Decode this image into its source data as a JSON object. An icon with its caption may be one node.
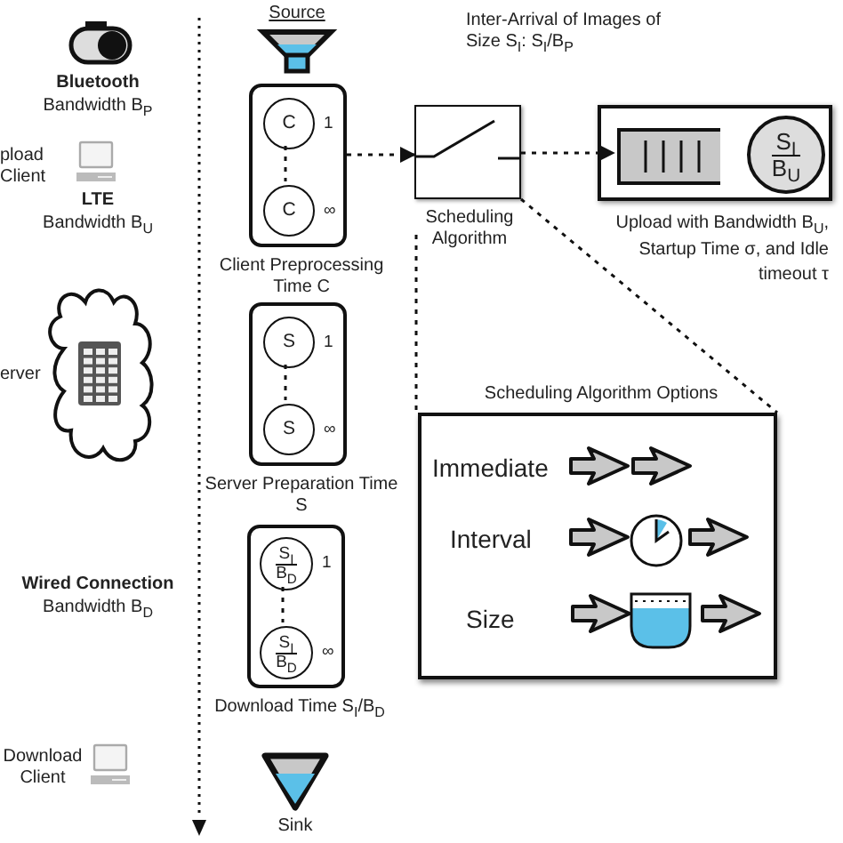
{
  "diagram": {
    "nodes": [
      {
        "text": [
          "Source"
        ]
      },
      {
        "text": [
          "Client Preprocessing Time C"
        ]
      },
      {
        "text": [
          "C"
        ],
        "in": 1,
        "beside": [
          "1"
        ]
      },
      {
        "text": [
          "C"
        ],
        "in": 1,
        "beside": [
          "∞"
        ]
      },
      {
        "text": [
          "Server Preparation Time S"
        ]
      },
      {
        "text": [
          "S"
        ],
        "in": 4,
        "beside": [
          "1"
        ]
      },
      {
        "text": [
          "S"
        ],
        "in": 4,
        "beside": [
          "∞"
        ]
      },
      {
        "text": [
          "Download Time S$_{I}$/B$_{D}$"
        ]
      },
      {
        "text": [
          "S$_{I}$",
          "B$_{D}$"
        ],
        "in": 7,
        "beside": [
          "1"
        ]
      },
      {
        "text": [
          "S$_{I}$",
          "B$_{D}$"
        ],
        "in": 7,
        "beside": [
          "∞"
        ]
      },
      {
        "text": [
          "Sink"
        ]
      },
      {
        "text": [
          "Scheduling Algorithm"
        ]
      },
      {
        "text": [
          "Upload with Bandwidth B$_{U}$, Startup Time σ, and Idle timeout τ"
        ]
      },
      {
        "text": [],
        "shape": "box",
        "in": 12
      },
      {
        "text": [
          "S$_{I}$",
          "B$_{U}$"
        ],
        "in": 12
      },
      {
        "text": [
          "Scheduling Algorithm Options"
        ]
      }
    ],
    "edges": [
      {
        "from": 2,
        "to": 3,
        "arrow": "none",
        "style": "dashed"
      },
      {
        "from": 5,
        "to": 6,
        "arrow": "none",
        "style": "dashed"
      },
      {
        "from": 8,
        "to": 9,
        "arrow": "none",
        "style": "dashed"
      },
      {
        "from": 1,
        "to": 11,
        "arrow": "to",
        "style": "dashed"
      },
      {
        "from": 11,
        "to": 13,
        "arrow": "to",
        "style": "dashed"
      },
      {
        "from": 11,
        "to": 15,
        "arrow": "none",
        "style": "dashed"
      },
      {
        "from": 11,
        "to": 15,
        "arrow": "none",
        "style": "dashed"
      }
    ],
    "labels": [
      "Inter-Arrival of Images of Size S$_{I}$: S$_{I}$/B$_{P}$",
      "Bluetooth",
      "Bandwidth B$_{P}$",
      "pload Client",
      "LTE",
      "Bandwidth B$_{U}$",
      "erver",
      "Wired Connection",
      "Bandwidth B$_{D}$",
      "Download Client",
      "Immediate",
      "Interval",
      "Size"
    ]
  }
}
